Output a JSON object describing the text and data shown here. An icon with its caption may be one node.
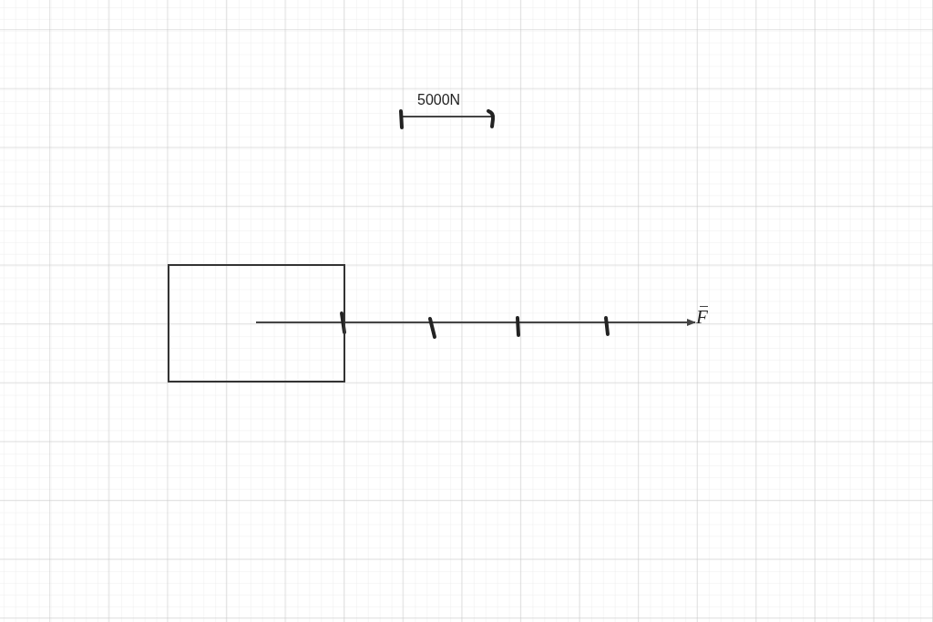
{
  "diagram": {
    "nodes": [
      {
        "text": [],
        "shape": "box"
      }
    ],
    "labels": [
      "5000N",
      "F"
    ]
  }
}
